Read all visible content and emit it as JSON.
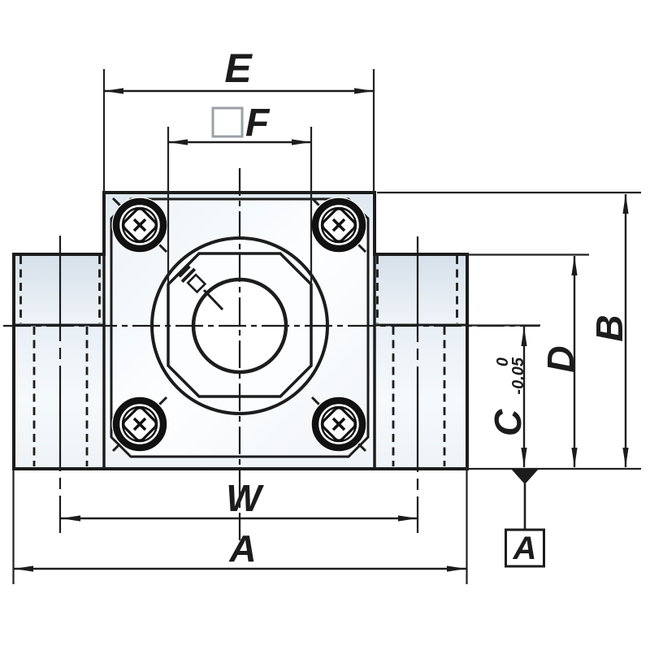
{
  "drawing": {
    "background": "#ffffff",
    "line_color": "#1c1c1c",
    "square_symbol_color": "#9aa0a6",
    "description": "bearing-support-block-front-view",
    "dimensions": {
      "e": {
        "label": "E"
      },
      "f": {
        "label": "F"
      },
      "w": {
        "label": "W"
      },
      "a": {
        "label": "A"
      },
      "b": {
        "label": "B"
      },
      "d": {
        "label": "D"
      },
      "c": {
        "label": "C",
        "tol_upper": "0",
        "tol_lower": "-0.05"
      },
      "datum": {
        "label": "A"
      }
    }
  }
}
